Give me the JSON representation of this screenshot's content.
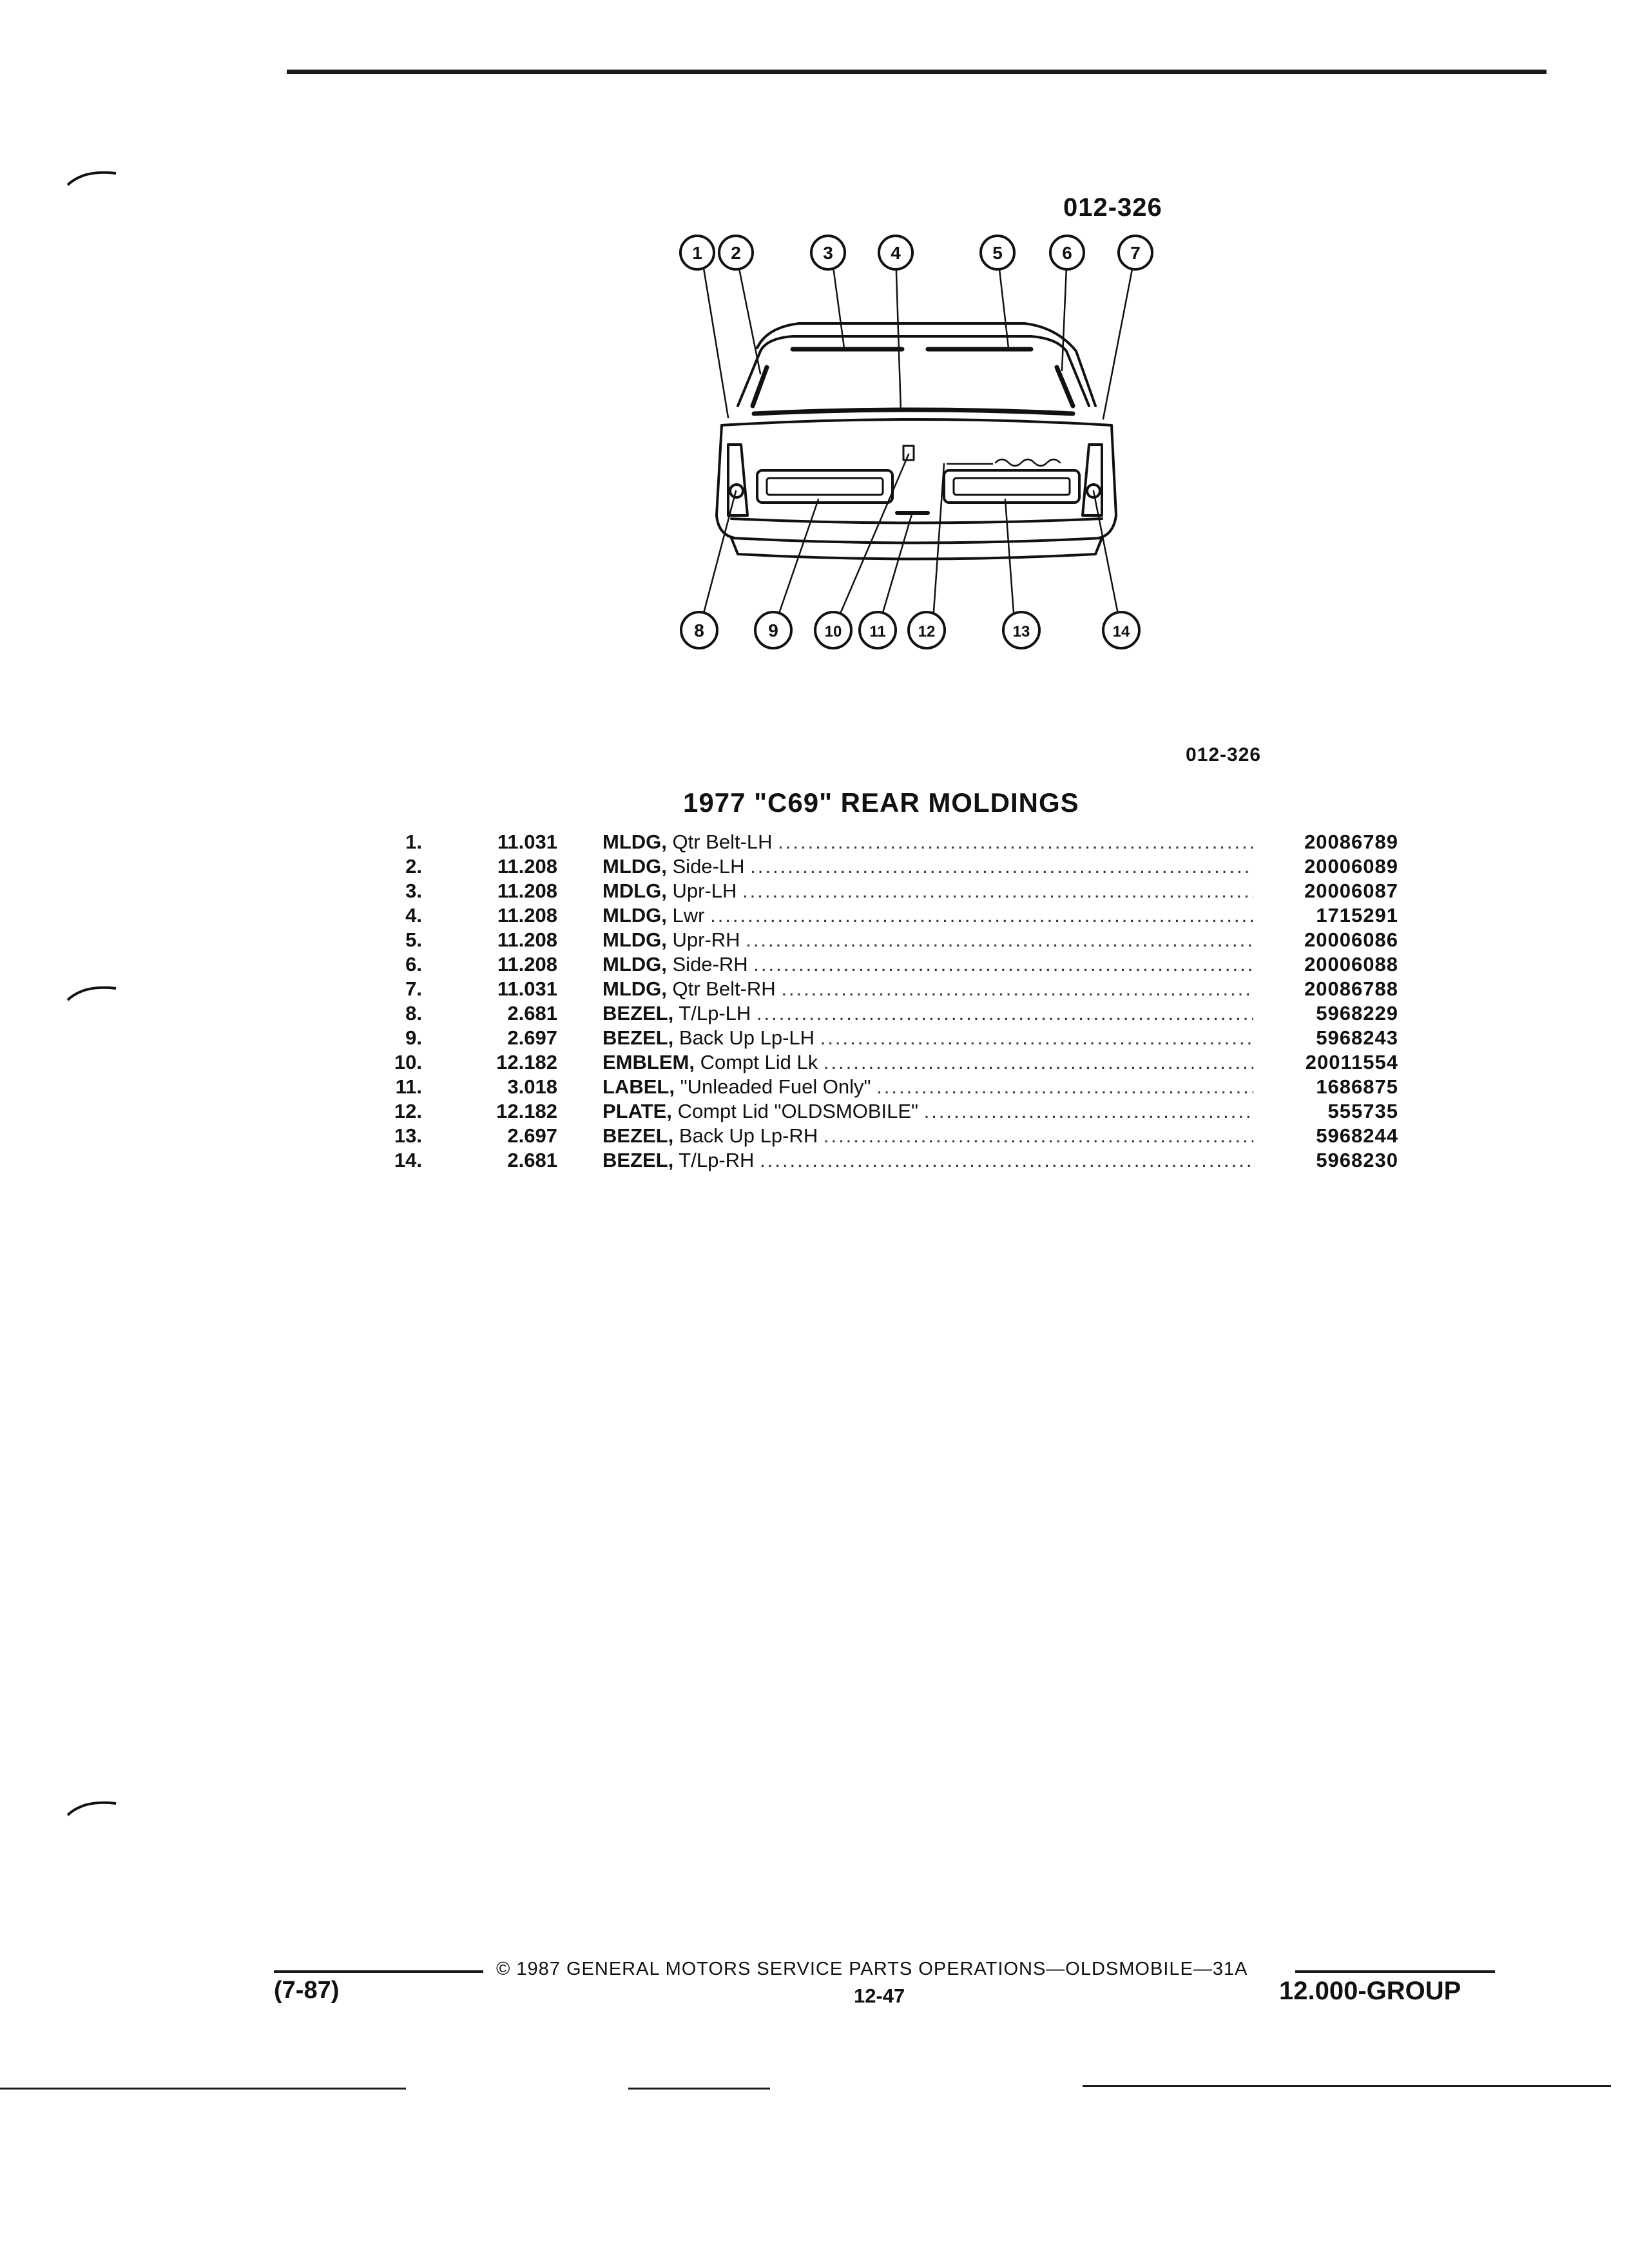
{
  "figure": {
    "code_top": "012-326",
    "code_bottom": "012-326",
    "callouts_top": [
      "1",
      "2",
      "3",
      "4",
      "5",
      "6",
      "7"
    ],
    "callouts_bottom": [
      "8",
      "9",
      "10",
      "11",
      "12",
      "13",
      "14"
    ]
  },
  "section_title": "1977 \"C69\" REAR MOLDINGS",
  "parts": [
    {
      "item": "1.",
      "group": "11.031",
      "name": "MLDG,",
      "detail": "Qtr Belt-LH",
      "part_no": "20086789"
    },
    {
      "item": "2.",
      "group": "11.208",
      "name": "MLDG,",
      "detail": "Side-LH",
      "part_no": "20006089"
    },
    {
      "item": "3.",
      "group": "11.208",
      "name": "MDLG,",
      "detail": "Upr-LH",
      "part_no": "20006087"
    },
    {
      "item": "4.",
      "group": "11.208",
      "name": "MLDG,",
      "detail": "Lwr",
      "part_no": "1715291"
    },
    {
      "item": "5.",
      "group": "11.208",
      "name": "MLDG,",
      "detail": "Upr-RH",
      "part_no": "20006086"
    },
    {
      "item": "6.",
      "group": "11.208",
      "name": "MLDG,",
      "detail": "Side-RH",
      "part_no": "20006088"
    },
    {
      "item": "7.",
      "group": "11.031",
      "name": "MLDG,",
      "detail": "Qtr Belt-RH",
      "part_no": "20086788"
    },
    {
      "item": "8.",
      "group": "2.681",
      "name": "BEZEL,",
      "detail": "T/Lp-LH",
      "part_no": "5968229"
    },
    {
      "item": "9.",
      "group": "2.697",
      "name": "BEZEL,",
      "detail": "Back Up Lp-LH",
      "part_no": "5968243"
    },
    {
      "item": "10.",
      "group": "12.182",
      "name": "EMBLEM,",
      "detail": "Compt Lid Lk",
      "part_no": "20011554"
    },
    {
      "item": "11.",
      "group": "3.018",
      "name": "LABEL,",
      "detail": "\"Unleaded Fuel Only\"",
      "part_no": "1686875"
    },
    {
      "item": "12.",
      "group": "12.182",
      "name": "PLATE,",
      "detail": "Compt Lid \"OLDSMOBILE\"",
      "part_no": "555735"
    },
    {
      "item": "13.",
      "group": "2.697",
      "name": "BEZEL,",
      "detail": "Back Up Lp-RH",
      "part_no": "5968244"
    },
    {
      "item": "14.",
      "group": "2.681",
      "name": "BEZEL,",
      "detail": "T/Lp-RH",
      "part_no": "5968230"
    }
  ],
  "footer": {
    "copyright": "© 1987 GENERAL MOTORS SERVICE PARTS OPERATIONS—OLDSMOBILE—31A",
    "date": "(7-87)",
    "page": "12-47",
    "group": "12.000-GROUP"
  }
}
